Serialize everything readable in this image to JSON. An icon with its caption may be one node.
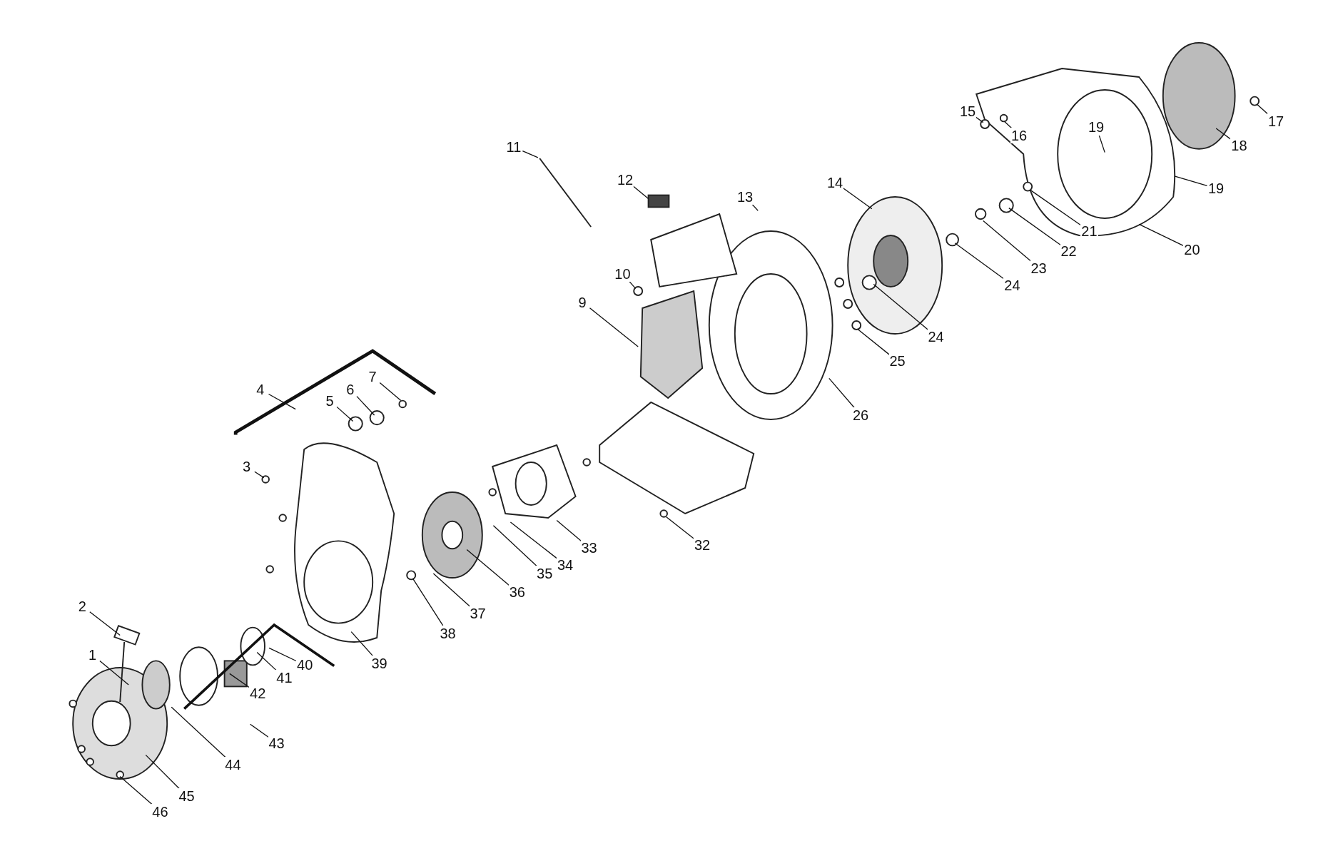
{
  "diagram": {
    "nodes": [
      {
        "text": [
          "1"
        ]
      },
      {
        "text": [
          "2"
        ]
      },
      {
        "text": [
          "3"
        ]
      },
      {
        "text": [
          "4"
        ]
      },
      {
        "text": [
          "5"
        ]
      },
      {
        "text": [
          "6"
        ]
      },
      {
        "text": [
          "7"
        ]
      },
      {
        "text": [
          "9"
        ]
      },
      {
        "text": [
          "10"
        ]
      },
      {
        "text": [
          "11"
        ]
      },
      {
        "text": [
          "12"
        ]
      },
      {
        "text": [
          "13"
        ]
      },
      {
        "text": [
          "14"
        ]
      },
      {
        "text": [
          "15"
        ]
      },
      {
        "text": [
          "16"
        ]
      },
      {
        "text": [
          "17"
        ]
      },
      {
        "text": [
          "18"
        ]
      },
      {
        "text": [
          "19"
        ]
      },
      {
        "text": [
          "19"
        ]
      },
      {
        "text": [
          "20"
        ]
      },
      {
        "text": [
          "21"
        ]
      },
      {
        "text": [
          "22"
        ]
      },
      {
        "text": [
          "23"
        ]
      },
      {
        "text": [
          "24"
        ]
      },
      {
        "text": [
          "24"
        ]
      },
      {
        "text": [
          "25"
        ]
      },
      {
        "text": [
          "26"
        ]
      },
      {
        "text": [
          "32"
        ]
      },
      {
        "text": [
          "33"
        ]
      },
      {
        "text": [
          "34"
        ]
      },
      {
        "text": [
          "35"
        ]
      },
      {
        "text": [
          "36"
        ]
      },
      {
        "text": [
          "37"
        ]
      },
      {
        "text": [
          "38"
        ]
      },
      {
        "text": [
          "39"
        ]
      },
      {
        "text": [
          "40"
        ]
      },
      {
        "text": [
          "41"
        ]
      },
      {
        "text": [
          "42"
        ]
      },
      {
        "text": [
          "43"
        ]
      },
      {
        "text": [
          "44"
        ]
      },
      {
        "text": [
          "45"
        ]
      },
      {
        "text": [
          "46"
        ]
      }
    ],
    "edges": [
      {
        "from": 0,
        "to": null,
        "arrow": "none"
      },
      {
        "from": 1,
        "to": null,
        "arrow": "none"
      },
      {
        "from": 2,
        "to": null,
        "arrow": "none"
      },
      {
        "from": 3,
        "to": null,
        "arrow": "none"
      },
      {
        "from": 4,
        "to": null,
        "arrow": "none"
      },
      {
        "from": 5,
        "to": null,
        "arrow": "none"
      },
      {
        "from": 6,
        "to": null,
        "arrow": "none"
      },
      {
        "from": 7,
        "to": null,
        "arrow": "none"
      },
      {
        "from": 8,
        "to": null,
        "arrow": "none"
      },
      {
        "from": 9,
        "to": null,
        "arrow": "none"
      },
      {
        "from": 10,
        "to": null,
        "arrow": "none"
      },
      {
        "from": 11,
        "to": null,
        "arrow": "none"
      },
      {
        "from": 12,
        "to": null,
        "arrow": "none"
      },
      {
        "from": 13,
        "to": null,
        "arrow": "none"
      },
      {
        "from": 14,
        "to": null,
        "arrow": "none"
      },
      {
        "from": 15,
        "to": null,
        "arrow": "none"
      },
      {
        "from": 16,
        "to": null,
        "arrow": "none"
      },
      {
        "from": 17,
        "to": null,
        "arrow": "none"
      },
      {
        "from": 18,
        "to": null,
        "arrow": "none"
      },
      {
        "from": 19,
        "to": null,
        "arrow": "none"
      },
      {
        "from": 20,
        "to": null,
        "arrow": "none"
      },
      {
        "from": 21,
        "to": null,
        "arrow": "none"
      },
      {
        "from": 22,
        "to": null,
        "arrow": "none"
      },
      {
        "from": 23,
        "to": null,
        "arrow": "none"
      },
      {
        "from": 24,
        "to": null,
        "arrow": "none"
      },
      {
        "from": 25,
        "to": null,
        "arrow": "none"
      },
      {
        "from": 26,
        "to": null,
        "arrow": "none"
      },
      {
        "from": 27,
        "to": null,
        "arrow": "none"
      },
      {
        "from": 28,
        "to": null,
        "arrow": "none"
      },
      {
        "from": 29,
        "to": null,
        "arrow": "none"
      },
      {
        "from": 30,
        "to": null,
        "arrow": "none"
      },
      {
        "from": 31,
        "to": null,
        "arrow": "none"
      },
      {
        "from": 32,
        "to": null,
        "arrow": "none"
      },
      {
        "from": 33,
        "to": null,
        "arrow": "none"
      },
      {
        "from": 34,
        "to": null,
        "arrow": "none"
      },
      {
        "from": 35,
        "to": null,
        "arrow": "none"
      },
      {
        "from": 36,
        "to": null,
        "arrow": "none"
      },
      {
        "from": 37,
        "to": null,
        "arrow": "none"
      },
      {
        "from": 38,
        "to": null,
        "arrow": "none"
      },
      {
        "from": 39,
        "to": null,
        "arrow": "none"
      },
      {
        "from": 40,
        "to": null,
        "arrow": "none"
      },
      {
        "from": 41,
        "to": null,
        "arrow": "none"
      }
    ]
  }
}
